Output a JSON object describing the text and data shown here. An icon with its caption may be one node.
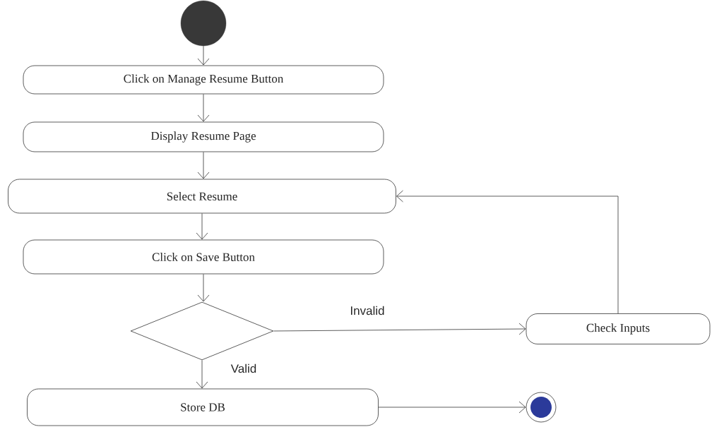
{
  "diagram": {
    "nodes": [
      {
        "text": [],
        "shape": "circle"
      },
      {
        "text": [
          "Click on Manage Resume Button"
        ]
      },
      {
        "text": [
          "Display Resume Page"
        ]
      },
      {
        "text": [
          "Select Resume"
        ]
      },
      {
        "text": [
          "Click on Save Button"
        ]
      },
      {
        "text": [],
        "shape": "diamond"
      },
      {
        "text": [
          "Check Inputs"
        ]
      },
      {
        "text": [
          "Store DB"
        ]
      },
      {
        "text": [],
        "shape": "circle"
      }
    ],
    "edges": [
      {
        "from": 0,
        "to": 1,
        "arrow": "to"
      },
      {
        "from": 1,
        "to": 2,
        "arrow": "to"
      },
      {
        "from": 2,
        "to": 3,
        "arrow": "to"
      },
      {
        "from": 3,
        "to": 4,
        "arrow": "to"
      },
      {
        "from": 4,
        "to": 5,
        "arrow": "to"
      },
      {
        "from": 5,
        "to": 6,
        "arrow": "to",
        "label": "Invalid"
      },
      {
        "from": 5,
        "to": 7,
        "arrow": "to",
        "label": "Valid"
      },
      {
        "from": 6,
        "to": 3,
        "arrow": "to"
      },
      {
        "from": 7,
        "to": 8,
        "arrow": "to"
      }
    ]
  }
}
